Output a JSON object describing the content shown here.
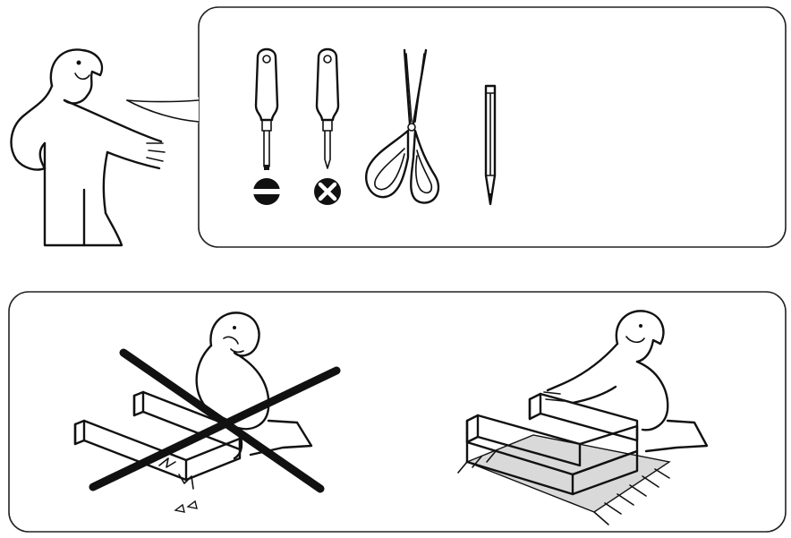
{
  "scene": {
    "top_panel": {
      "tools": [
        "flathead-screwdriver",
        "phillips-screwdriver",
        "scissors",
        "pencil"
      ],
      "tool_markers": [
        "flathead-symbol",
        "phillips-symbol"
      ]
    },
    "bottom_panel": {
      "left_example": "incorrect-assembly-on-hard-floor",
      "right_example": "correct-assembly-on-rug"
    }
  },
  "colors": {
    "line": "#111111",
    "rug_shade": "#d9d9d9",
    "background": "#ffffff"
  }
}
